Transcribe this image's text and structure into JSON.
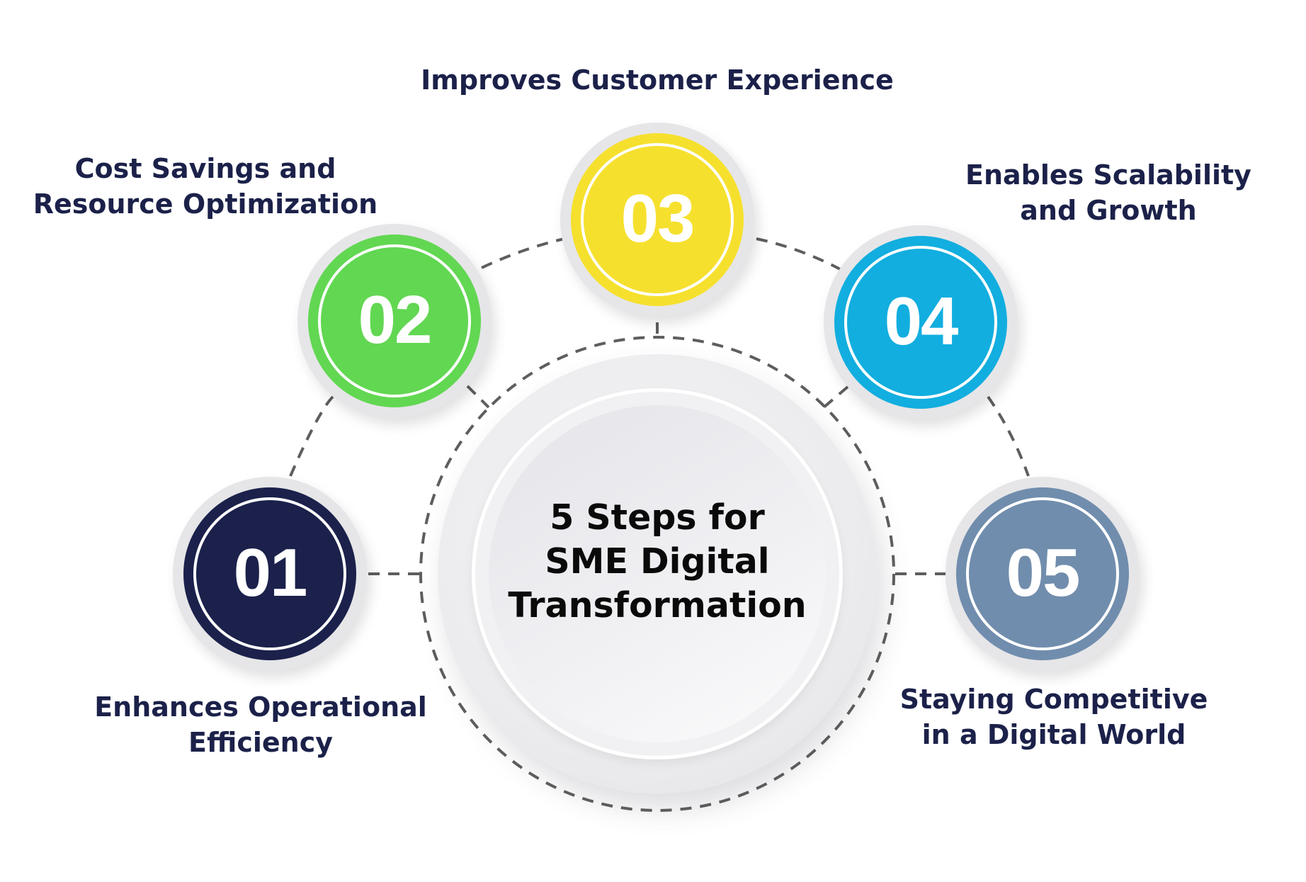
{
  "diagram": {
    "title_lines": [
      "5 Steps for",
      "SME Digital",
      "Transformation"
    ],
    "steps": [
      {
        "number": "01",
        "color": "#1b214b",
        "label_lines": [
          "Enhances Operational",
          "Efficiency"
        ]
      },
      {
        "number": "02",
        "color": "#62d752",
        "label_lines": [
          "Cost Savings and",
          "Resource Optimization"
        ]
      },
      {
        "number": "03",
        "color": "#f6e02e",
        "label_lines": [
          "Improves Customer Experience"
        ]
      },
      {
        "number": "04",
        "color": "#12aedf",
        "label_lines": [
          "Enables Scalability",
          "and Growth"
        ]
      },
      {
        "number": "05",
        "color": "#718dad",
        "label_lines": [
          "Staying Competitive",
          "in a Digital World"
        ]
      }
    ],
    "colors": {
      "label_text": "#1b2149",
      "title_text": "#0a0a0a",
      "connector": "#5e5e5e",
      "ring_gray": "#e6e6e8"
    }
  }
}
